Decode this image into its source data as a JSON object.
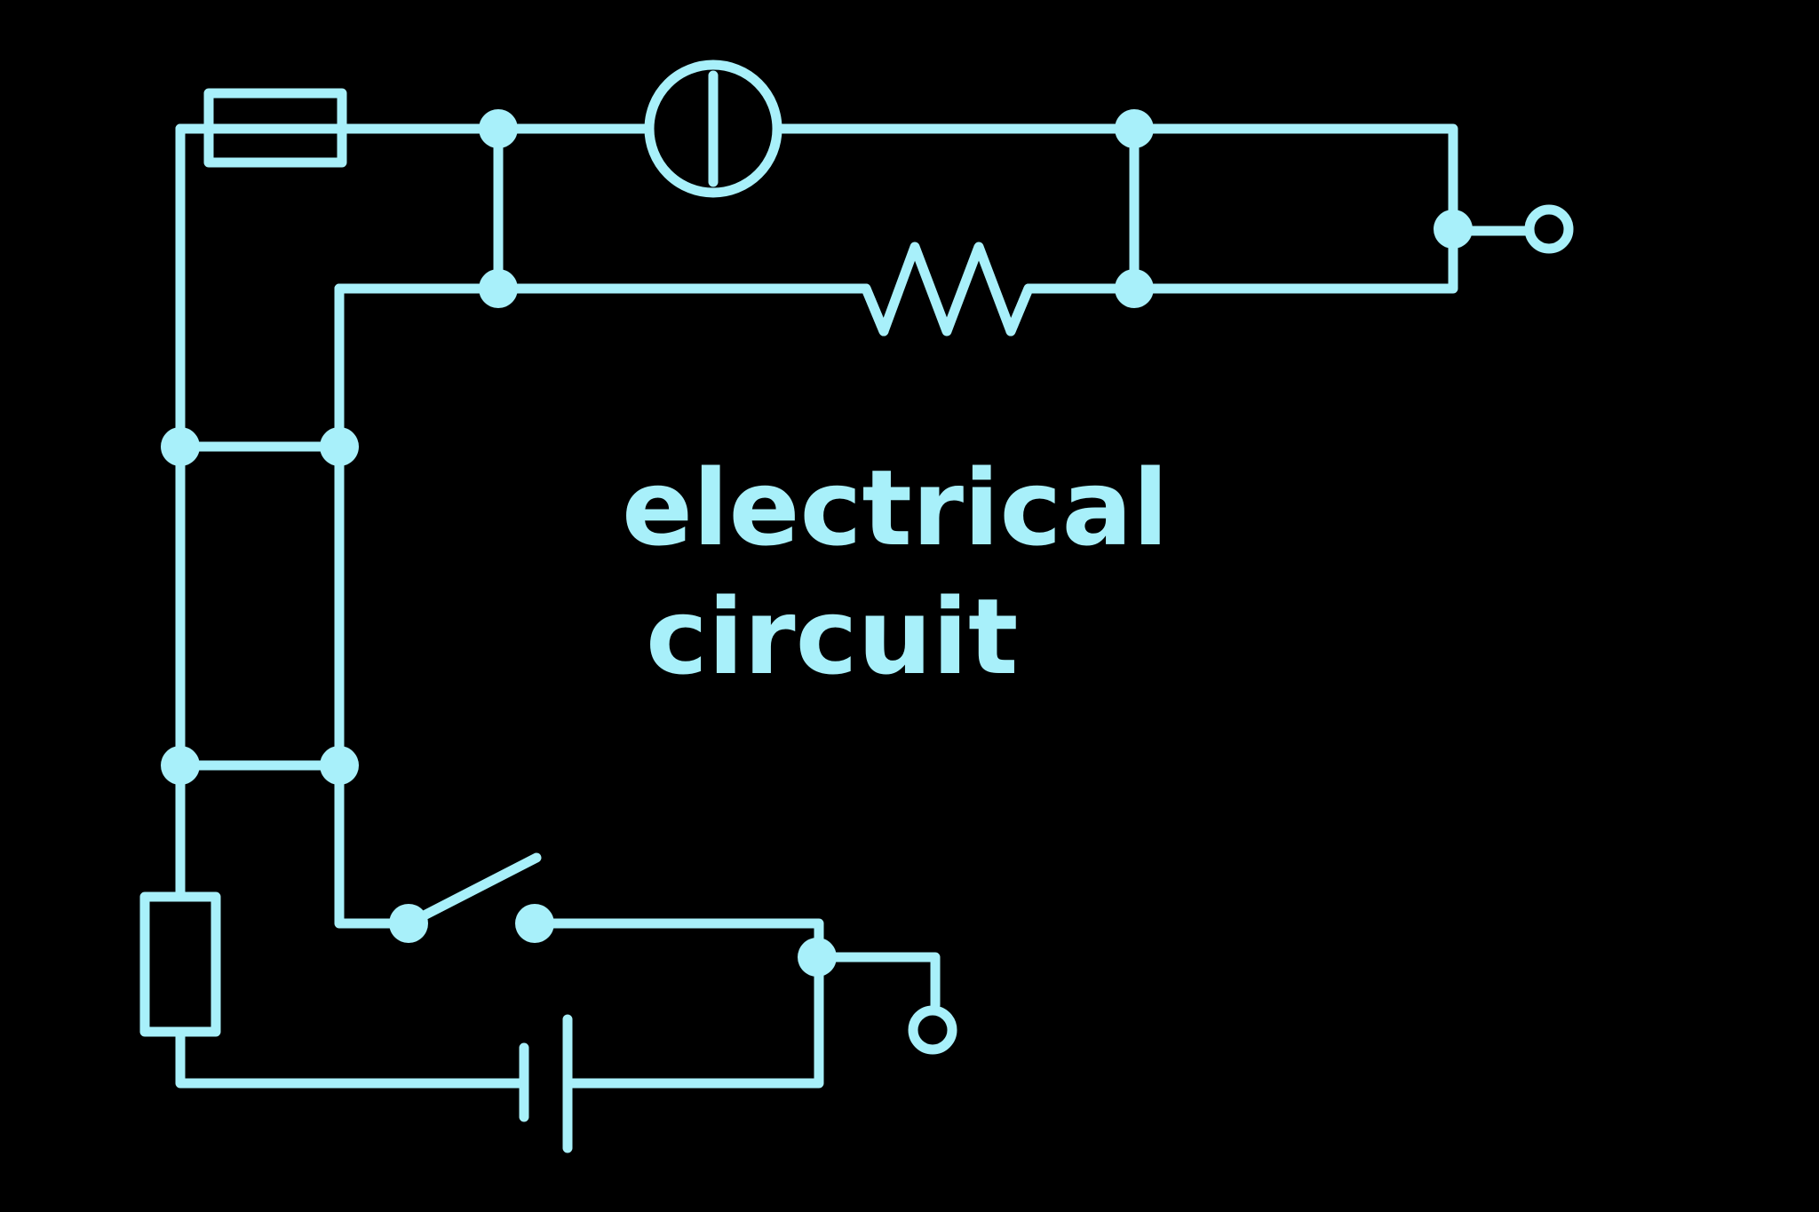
{
  "diagram": {
    "label_line1": "electrical",
    "label_line2": "circuit",
    "components": [
      "fuse",
      "lamp",
      "resistor",
      "rectangular-resistor",
      "switch",
      "battery",
      "terminal",
      "terminal"
    ]
  },
  "theme": {
    "background": "#000000",
    "stroke": "#A8F0FA",
    "fill": "#A8F0FA"
  }
}
